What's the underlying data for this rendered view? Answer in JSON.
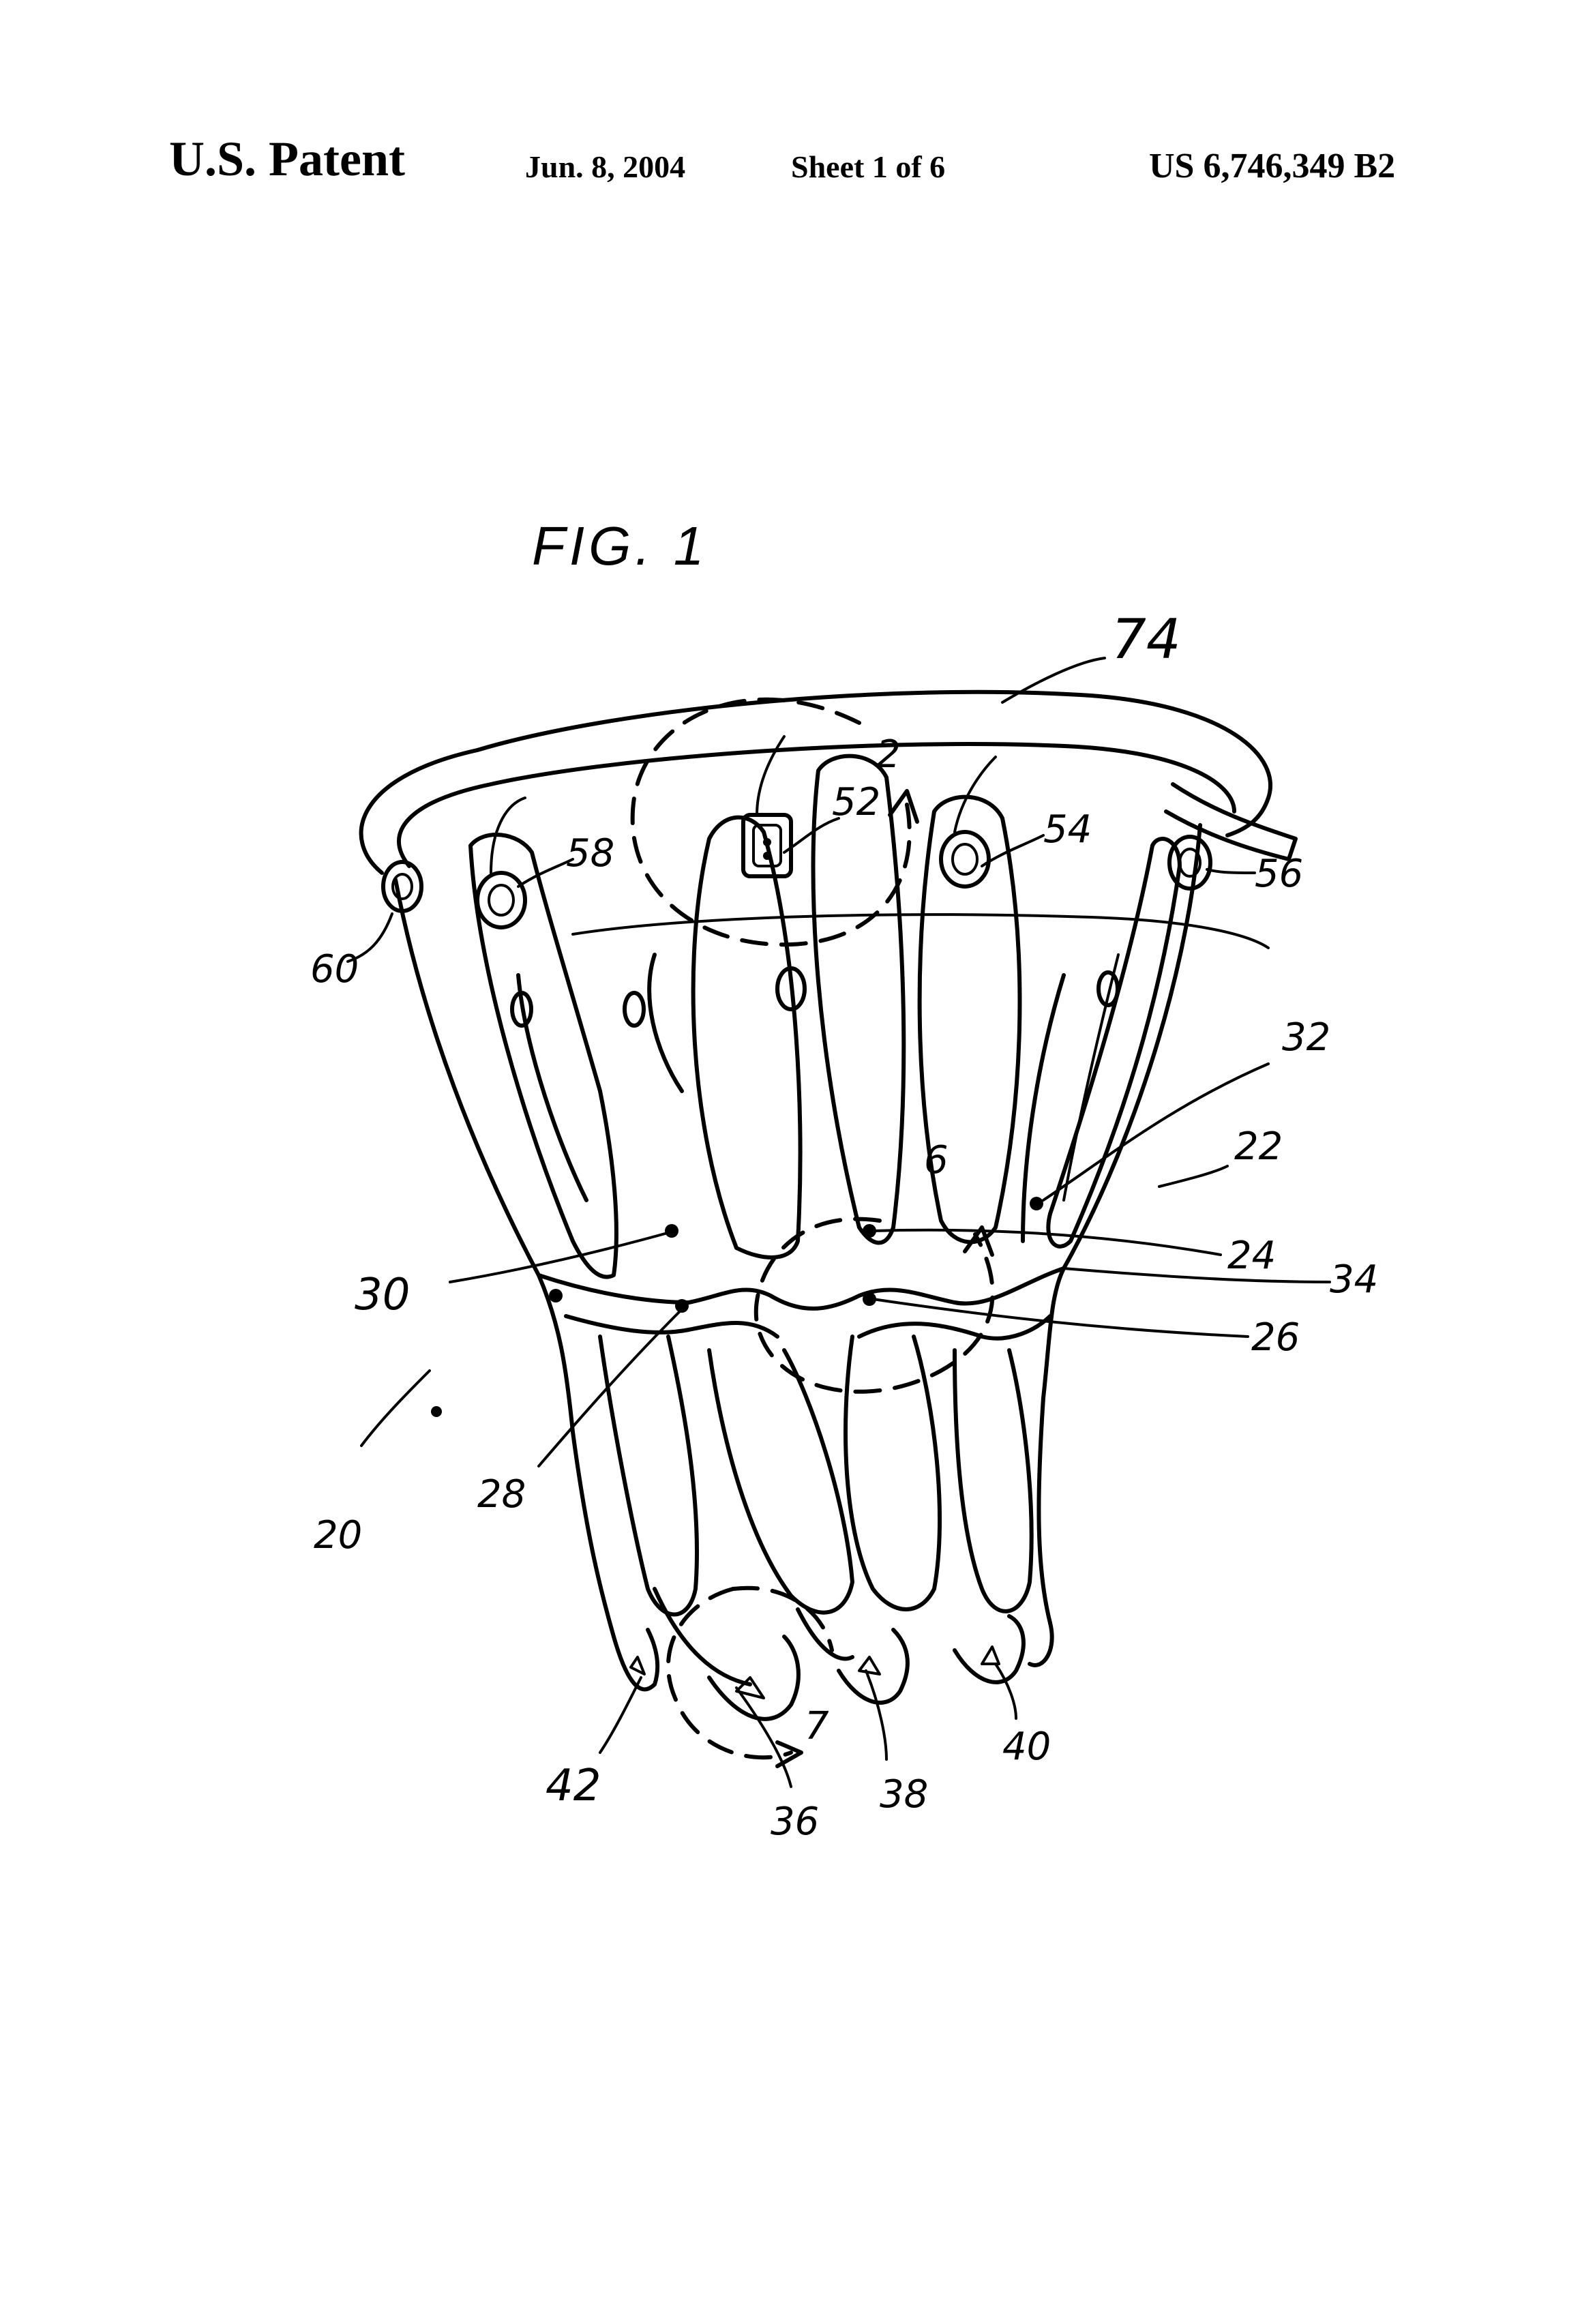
{
  "header": {
    "office": "U.S. Patent",
    "date": "Jun. 8, 2004",
    "sheet": "Sheet 1 of 6",
    "patent_number": "US 6,746,349 B2"
  },
  "figure": {
    "title": "FIG. 1"
  },
  "reference_numerals": {
    "r74": "74",
    "r2": "2",
    "r52": "52",
    "r54": "54",
    "r56": "56",
    "r58": "58",
    "r60": "60",
    "r32": "32",
    "r22": "22",
    "r6": "6",
    "r24": "24",
    "r34": "34",
    "r26": "26",
    "r30": "30",
    "r28": "28",
    "r20": "20",
    "r42": "42",
    "r7": "7",
    "r36": "36",
    "r38": "38",
    "r40": "40"
  }
}
